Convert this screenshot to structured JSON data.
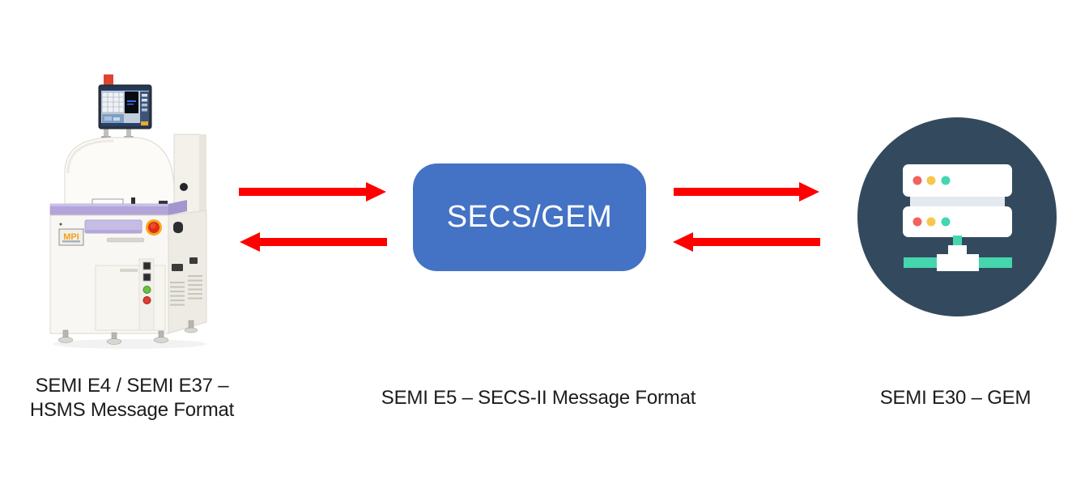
{
  "colors": {
    "arrow_red": "#FF0000",
    "box_blue": "#4472C4",
    "box_text": "#FFFFFF",
    "label_text": "#1C1C1C",
    "server_circle_bg": "#334A5E",
    "server_teal": "#45D6AE",
    "server_strip_gray": "#E4E9F0",
    "dot_red": "#F2635B",
    "dot_yellow": "#F8C54D",
    "dot_teal": "#45D6AE",
    "machine_purple": "#B3A5D9",
    "machine_logo_orange": "#F0A01E"
  },
  "nodes": {
    "equipment": {
      "icon": "wafer-prober-machine-photo",
      "machine_logo": "MPI",
      "label_line1": "SEMI E4 / SEMI E37 –",
      "label_line2": "HSMS Message Format"
    },
    "middleware": {
      "box_label": "SECS/GEM",
      "label": "SEMI E5 – SECS-II Message Format"
    },
    "host": {
      "icon": "server-network-icon",
      "label": "SEMI E30 – GEM"
    }
  },
  "arrows": [
    {
      "from": "equipment",
      "to": "middleware",
      "direction": "right"
    },
    {
      "from": "middleware",
      "to": "equipment",
      "direction": "left"
    },
    {
      "from": "middleware",
      "to": "host",
      "direction": "right"
    },
    {
      "from": "host",
      "to": "middleware",
      "direction": "left"
    }
  ]
}
